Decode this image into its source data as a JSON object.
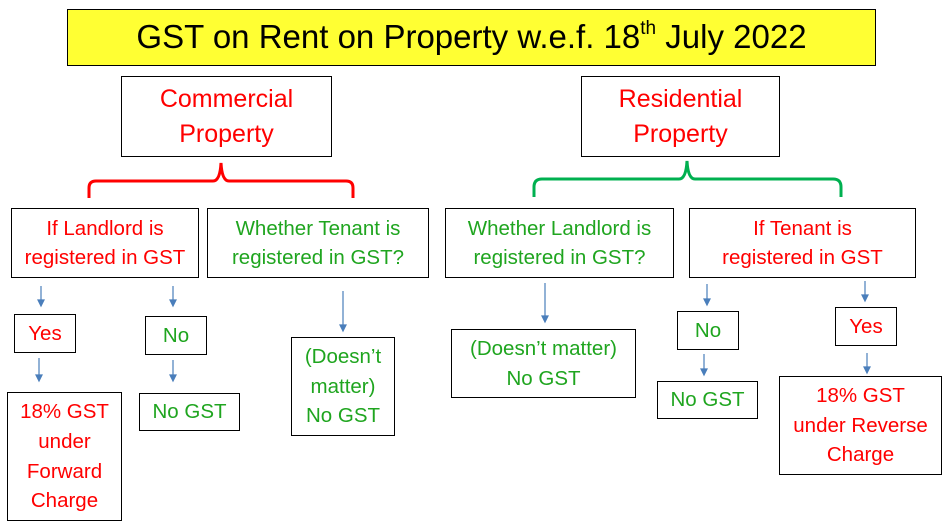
{
  "title": {
    "prefix": "GST on Rent on Property w.e.f. 18",
    "superscript": "th",
    "suffix": " July 2022",
    "background": "#ffff33"
  },
  "colors": {
    "red": "#ff0000",
    "green": "#1fa51f",
    "brace_red": "#ff0000",
    "brace_green": "#00b050",
    "arrow": "#4a7ebb"
  },
  "commercial": {
    "heading": [
      "Commercial",
      "Property"
    ],
    "landlord_question": [
      "If Landlord is",
      "registered in GST"
    ],
    "tenant_question": [
      "Whether Tenant is",
      "registered in GST?"
    ],
    "yes_label": "Yes",
    "yes_result": [
      "18% GST",
      "under",
      "Forward",
      "Charge"
    ],
    "no_label": "No",
    "no_result": "No GST",
    "tenant_result": [
      "(Doesn’t",
      "matter)",
      "No GST"
    ]
  },
  "residential": {
    "heading": [
      "Residential",
      "Property"
    ],
    "landlord_question": [
      "Whether Landlord is",
      "registered in GST?"
    ],
    "landlord_result": [
      "(Doesn’t matter)",
      "No GST"
    ],
    "tenant_question": [
      "If Tenant is",
      "registered in GST"
    ],
    "no_label": "No",
    "no_result": "No GST",
    "yes_label": "Yes",
    "yes_result": [
      "18% GST",
      "under Reverse",
      "Charge"
    ]
  }
}
